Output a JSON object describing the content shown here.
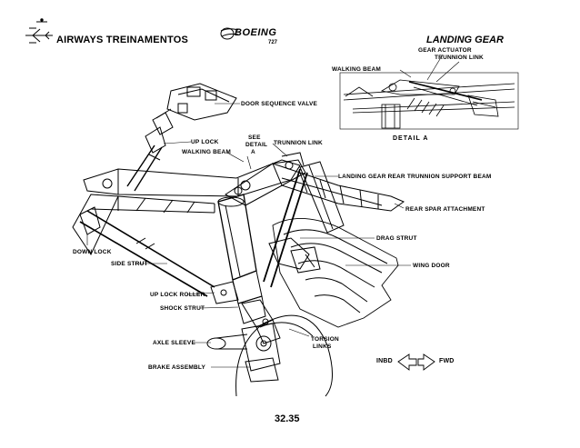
{
  "header": {
    "left_title": "AIRWAYS  TREINAMENTOS",
    "right_title": "LANDING GEAR",
    "brand": "BOEING",
    "model": "727"
  },
  "page_number": "32.35",
  "detail": {
    "title": "DETAIL  A",
    "labels": {
      "gear_actuator": "GEAR ACTUATOR",
      "trunnion_link": "TRUNNION LINK",
      "walking_beam": "WALKING BEAM"
    }
  },
  "labels": {
    "door_sequence_valve": "DOOR SEQUENCE VALVE",
    "up_lock": "UP LOCK",
    "walking_beam": "WALKING BEAM",
    "see_detail_1": "SEE",
    "see_detail_2": "DETAIL",
    "see_detail_3": "A",
    "trunnion_link": "TRUNNION LINK",
    "rear_trunnion_support_beam": "LANDING GEAR REAR TRUNNION SUPPORT BEAM",
    "rear_spar_attachment": "REAR SPAR ATTACHMENT",
    "drag_strut": "DRAG STRUT",
    "down_lock": "DOWN LOCK",
    "side_strut": "SIDE STRUT",
    "wing_door": "WING DOOR",
    "up_lock_roller": "UP LOCK ROLLER",
    "shock_strut": "SHOCK STRUT",
    "axle_sleeve": "AXLE SLEEVE",
    "torsion_links_1": "TORSION",
    "torsion_links_2": "LINKS",
    "brake_assembly": "BRAKE ASSEMBLY",
    "inbd": "INBD",
    "fwd": "FWD"
  }
}
